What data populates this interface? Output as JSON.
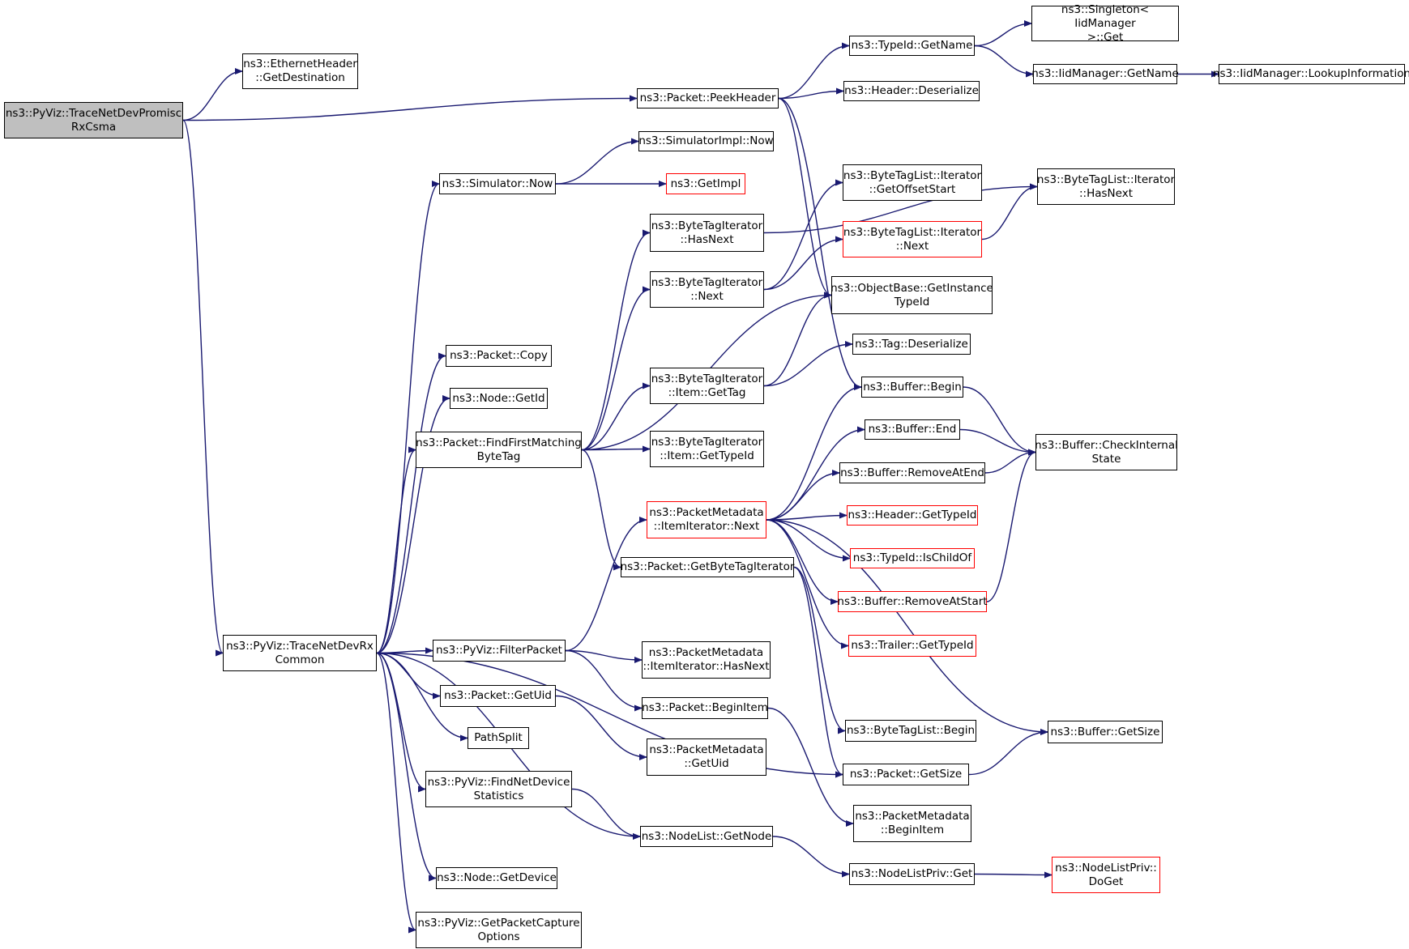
{
  "diagram": {
    "colors": {
      "edge": "#191970",
      "normal_border": "#000000",
      "red_border": "#ff0000",
      "root_fill": "#bfbfbf"
    },
    "nodes": [
      {
        "id": "trace_promisc",
        "label": "ns3::PyViz::TraceNetDevPromisc\nRxCsma",
        "style": "root"
      },
      {
        "id": "eth_getdest",
        "label": "ns3::EthernetHeader\n::GetDestination",
        "style": "normal"
      },
      {
        "id": "peekheader",
        "label": "ns3::Packet::PeekHeader",
        "style": "normal"
      },
      {
        "id": "typeid_getname",
        "label": "ns3::TypeId::GetName",
        "style": "normal"
      },
      {
        "id": "singleton_get",
        "label": "ns3::Singleton< IidManager\n>::Get",
        "style": "normal"
      },
      {
        "id": "iid_getname",
        "label": "ns3::IidManager::GetName",
        "style": "normal"
      },
      {
        "id": "iid_lookup",
        "label": "ns3::IidManager::LookupInformation",
        "style": "normal"
      },
      {
        "id": "header_deser",
        "label": "ns3::Header::Deserialize",
        "style": "normal"
      },
      {
        "id": "simimpl_now",
        "label": "ns3::SimulatorImpl::Now",
        "style": "normal"
      },
      {
        "id": "sim_now",
        "label": "ns3::Simulator::Now",
        "style": "normal"
      },
      {
        "id": "getimpl",
        "label": "ns3::GetImpl",
        "style": "red"
      },
      {
        "id": "btl_getoffset",
        "label": "ns3::ByteTagList::Iterator\n::GetOffsetStart",
        "style": "normal"
      },
      {
        "id": "btl_hasnext",
        "label": "ns3::ByteTagList::Iterator\n::HasNext",
        "style": "normal"
      },
      {
        "id": "bti_hasnext",
        "label": "ns3::ByteTagIterator\n::HasNext",
        "style": "normal"
      },
      {
        "id": "btl_next",
        "label": "ns3::ByteTagList::Iterator\n::Next",
        "style": "red"
      },
      {
        "id": "bti_next",
        "label": "ns3::ByteTagIterator\n::Next",
        "style": "normal"
      },
      {
        "id": "objbase",
        "label": "ns3::ObjectBase::GetInstance\nTypeId",
        "style": "normal"
      },
      {
        "id": "packet_copy",
        "label": "ns3::Packet::Copy",
        "style": "normal"
      },
      {
        "id": "tag_deser",
        "label": "ns3::Tag::Deserialize",
        "style": "normal"
      },
      {
        "id": "bti_item_gettag",
        "label": "ns3::ByteTagIterator\n::Item::GetTag",
        "style": "normal"
      },
      {
        "id": "node_getid",
        "label": "ns3::Node::GetId",
        "style": "normal"
      },
      {
        "id": "buffer_begin",
        "label": "ns3::Buffer::Begin",
        "style": "normal"
      },
      {
        "id": "buffer_end",
        "label": "ns3::Buffer::End",
        "style": "normal"
      },
      {
        "id": "findfirst",
        "label": "ns3::Packet::FindFirstMatching\nByteTag",
        "style": "normal"
      },
      {
        "id": "bti_item_gettypeid",
        "label": "ns3::ByteTagIterator\n::Item::GetTypeId",
        "style": "normal"
      },
      {
        "id": "buffer_check",
        "label": "ns3::Buffer::CheckInternal\nState",
        "style": "normal"
      },
      {
        "id": "buffer_removeatend",
        "label": "ns3::Buffer::RemoveAtEnd",
        "style": "normal"
      },
      {
        "id": "pm_ii_next",
        "label": "ns3::PacketMetadata\n::ItemIterator::Next",
        "style": "red"
      },
      {
        "id": "header_gettypeid",
        "label": "ns3::Header::GetTypeId",
        "style": "red"
      },
      {
        "id": "typeid_ischildof",
        "label": "ns3::TypeId::IsChildOf",
        "style": "red"
      },
      {
        "id": "get_btiter",
        "label": "ns3::Packet::GetByteTagIterator",
        "style": "normal"
      },
      {
        "id": "buffer_removeatstart",
        "label": "ns3::Buffer::RemoveAtStart",
        "style": "red"
      },
      {
        "id": "trailer_gettypeid",
        "label": "ns3::Trailer::GetTypeId",
        "style": "red"
      },
      {
        "id": "trace_common",
        "label": "ns3::PyViz::TraceNetDevRx\nCommon",
        "style": "normal"
      },
      {
        "id": "filterpacket",
        "label": "ns3::PyViz::FilterPacket",
        "style": "normal"
      },
      {
        "id": "pm_ii_hasnext",
        "label": "ns3::PacketMetadata\n::ItemIterator::HasNext",
        "style": "normal"
      },
      {
        "id": "packet_getuid",
        "label": "ns3::Packet::GetUid",
        "style": "normal"
      },
      {
        "id": "packet_beginitem",
        "label": "ns3::Packet::BeginItem",
        "style": "normal"
      },
      {
        "id": "btl_begin",
        "label": "ns3::ByteTagList::Begin",
        "style": "normal"
      },
      {
        "id": "buffer_getsize",
        "label": "ns3::Buffer::GetSize",
        "style": "normal"
      },
      {
        "id": "pathsplit",
        "label": "PathSplit",
        "style": "normal"
      },
      {
        "id": "pm_getuid",
        "label": "ns3::PacketMetadata\n::GetUid",
        "style": "normal"
      },
      {
        "id": "packet_getsize",
        "label": "ns3::Packet::GetSize",
        "style": "normal"
      },
      {
        "id": "find_netdev",
        "label": "ns3::PyViz::FindNetDevice\nStatistics",
        "style": "normal"
      },
      {
        "id": "pm_beginitem",
        "label": "ns3::PacketMetadata\n::BeginItem",
        "style": "normal"
      },
      {
        "id": "nodelist_getnode",
        "label": "ns3::NodeList::GetNode",
        "style": "normal"
      },
      {
        "id": "nodelistpriv_get",
        "label": "ns3::NodeListPriv::Get",
        "style": "normal"
      },
      {
        "id": "nodelistpriv_doget",
        "label": "ns3::NodeListPriv::\nDoGet",
        "style": "red"
      },
      {
        "id": "node_getdevice",
        "label": "ns3::Node::GetDevice",
        "style": "normal"
      },
      {
        "id": "get_capture",
        "label": "ns3::PyViz::GetPacketCapture\nOptions",
        "style": "normal"
      }
    ],
    "edges": [
      {
        "from": "trace_promisc",
        "to": "eth_getdest"
      },
      {
        "from": "trace_promisc",
        "to": "peekheader"
      },
      {
        "from": "trace_promisc",
        "to": "trace_common"
      },
      {
        "from": "peekheader",
        "to": "typeid_getname"
      },
      {
        "from": "peekheader",
        "to": "header_deser"
      },
      {
        "from": "peekheader",
        "to": "objbase"
      },
      {
        "from": "peekheader",
        "to": "buffer_begin"
      },
      {
        "from": "typeid_getname",
        "to": "singleton_get"
      },
      {
        "from": "typeid_getname",
        "to": "iid_getname"
      },
      {
        "from": "iid_getname",
        "to": "iid_lookup"
      },
      {
        "from": "sim_now",
        "to": "simimpl_now"
      },
      {
        "from": "sim_now",
        "to": "getimpl"
      },
      {
        "from": "bti_hasnext",
        "to": "btl_hasnext"
      },
      {
        "from": "bti_next",
        "to": "btl_getoffset"
      },
      {
        "from": "bti_next",
        "to": "btl_next"
      },
      {
        "from": "btl_next",
        "to": "btl_hasnext"
      },
      {
        "from": "bti_item_gettag",
        "to": "objbase"
      },
      {
        "from": "bti_item_gettag",
        "to": "tag_deser"
      },
      {
        "from": "findfirst",
        "to": "bti_hasnext"
      },
      {
        "from": "findfirst",
        "to": "bti_next"
      },
      {
        "from": "findfirst",
        "to": "objbase"
      },
      {
        "from": "findfirst",
        "to": "bti_item_gettag"
      },
      {
        "from": "findfirst",
        "to": "bti_item_gettypeid"
      },
      {
        "from": "findfirst",
        "to": "get_btiter"
      },
      {
        "from": "buffer_begin",
        "to": "buffer_check"
      },
      {
        "from": "buffer_end",
        "to": "buffer_check"
      },
      {
        "from": "buffer_removeatend",
        "to": "buffer_check"
      },
      {
        "from": "buffer_removeatstart",
        "to": "buffer_check"
      },
      {
        "from": "pm_ii_next",
        "to": "buffer_begin"
      },
      {
        "from": "pm_ii_next",
        "to": "buffer_end"
      },
      {
        "from": "pm_ii_next",
        "to": "buffer_removeatend"
      },
      {
        "from": "pm_ii_next",
        "to": "header_gettypeid"
      },
      {
        "from": "pm_ii_next",
        "to": "typeid_ischildof"
      },
      {
        "from": "pm_ii_next",
        "to": "buffer_removeatstart"
      },
      {
        "from": "pm_ii_next",
        "to": "trailer_gettypeid"
      },
      {
        "from": "pm_ii_next",
        "to": "buffer_getsize"
      },
      {
        "from": "get_btiter",
        "to": "btl_begin"
      },
      {
        "from": "get_btiter",
        "to": "packet_getsize"
      },
      {
        "from": "trace_common",
        "to": "sim_now"
      },
      {
        "from": "trace_common",
        "to": "packet_copy"
      },
      {
        "from": "trace_common",
        "to": "node_getid"
      },
      {
        "from": "trace_common",
        "to": "findfirst"
      },
      {
        "from": "trace_common",
        "to": "filterpacket"
      },
      {
        "from": "trace_common",
        "to": "packet_getuid"
      },
      {
        "from": "trace_common",
        "to": "pathsplit"
      },
      {
        "from": "trace_common",
        "to": "find_netdev"
      },
      {
        "from": "trace_common",
        "to": "nodelist_getnode"
      },
      {
        "from": "trace_common",
        "to": "node_getdevice"
      },
      {
        "from": "trace_common",
        "to": "get_capture"
      },
      {
        "from": "trace_common",
        "to": "packet_getsize"
      },
      {
        "from": "filterpacket",
        "to": "pm_ii_next"
      },
      {
        "from": "filterpacket",
        "to": "pm_ii_hasnext"
      },
      {
        "from": "filterpacket",
        "to": "packet_beginitem"
      },
      {
        "from": "packet_getuid",
        "to": "pm_getuid"
      },
      {
        "from": "packet_beginitem",
        "to": "pm_beginitem"
      },
      {
        "from": "packet_getsize",
        "to": "buffer_getsize"
      },
      {
        "from": "find_netdev",
        "to": "nodelist_getnode"
      },
      {
        "from": "nodelist_getnode",
        "to": "nodelistpriv_get"
      },
      {
        "from": "nodelistpriv_get",
        "to": "nodelistpriv_doget"
      }
    ]
  }
}
